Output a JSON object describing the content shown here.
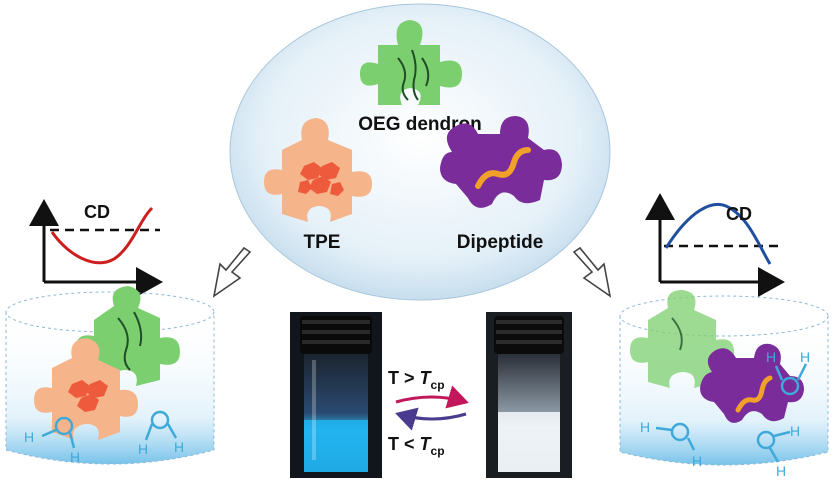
{
  "components": {
    "oeg_label": "OEG dendron",
    "tpe_label": "TPE",
    "dipeptide_label": "Dipeptide"
  },
  "left_panel": {
    "cd_label": "CD",
    "cd_curve": "dip"
  },
  "right_panel": {
    "cd_label": "CD",
    "cd_curve": "peak"
  },
  "transition": {
    "heating_prefix": "T > ",
    "heating_symbol": "T",
    "heating_subscript": "cp",
    "cooling_prefix": "T < ",
    "cooling_symbol": "T",
    "cooling_subscript": "cp"
  },
  "vials": {
    "left_state": "clear blue luminescent solution",
    "right_state": "turbid white suspension"
  },
  "colors": {
    "oeg_green": "#7ccf6f",
    "tpe_orange": "#f5b48a",
    "tpe_mark": "#ee5a3c",
    "dipeptide_purple": "#7a2c9a",
    "dipeptide_chain": "#f1a12a",
    "cd_red": "#cc1f1f",
    "cd_blue": "#1f4f9e",
    "water_blue": "#3fa9d9",
    "oval_fill": "#d7e9f4",
    "arrow_pink": "#c2185b",
    "arrow_purple": "#4a3b8f"
  }
}
